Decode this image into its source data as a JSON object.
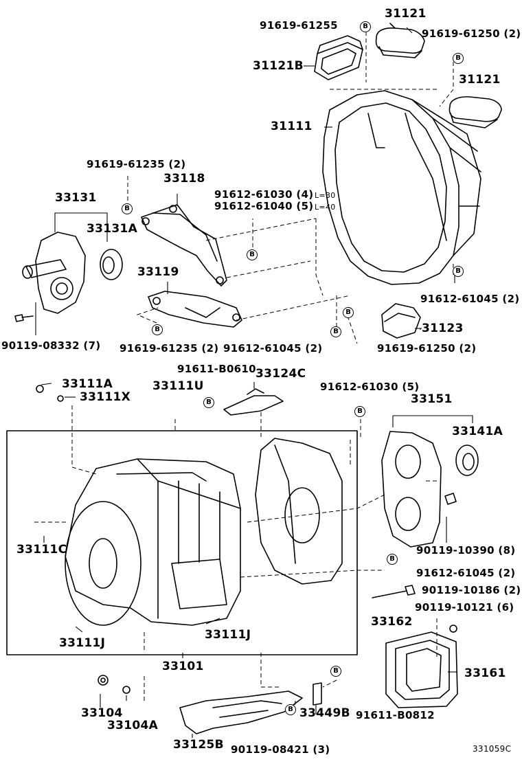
{
  "diagram": {
    "figure_code": "331059C",
    "callout_marker": "B",
    "labels": {
      "l_91619_61255": "91619-61255",
      "l_31121_top": "31121",
      "l_91619_61250_2_top": "91619-61250 (2)",
      "l_31121b": "31121B",
      "l_31121_right": "31121",
      "l_31111": "31111",
      "l_91619_61235_2_left": "91619-61235 (2)",
      "l_33118": "33118",
      "l_91612_61030_4": "91612-61030 (4)",
      "l_l30": "L=30",
      "l_91612_61040_5": "91612-61040 (5)",
      "l_l40": "L=40",
      "l_33131": "33131",
      "l_33131a": "33131A",
      "l_33119": "33119",
      "l_91612_61045_2_right": "91612-61045 (2)",
      "l_31123": "31123",
      "l_90119_08332_7": "90119-08332 (7)",
      "l_91619_61235_2_bottom": "91619-61235 (2)",
      "l_91612_61045_2_mid": "91612-61045 (2)",
      "l_91619_61250_2_bottom": "91619-61250 (2)",
      "l_33111a": "33111A",
      "l_33111x": "33111X",
      "l_33111u": "33111U",
      "l_91611_b0610": "91611-B0610",
      "l_33124c": "33124C",
      "l_91612_61030_5": "91612-61030 (5)",
      "l_33151": "33151",
      "l_33141a": "33141A",
      "l_33111c": "33111C",
      "l_90119_10390_8": "90119-10390 (8)",
      "l_91612_61045_2_low": "91612-61045 (2)",
      "l_90119_10186_2": "90119-10186 (2)",
      "l_90119_10121_6": "90119-10121 (6)",
      "l_33162": "33162",
      "l_33111j_left": "33111J",
      "l_33111j_right": "33111J",
      "l_33161": "33161",
      "l_33101": "33101",
      "l_33104": "33104",
      "l_33104a": "33104A",
      "l_33449b": "33449B",
      "l_91611_b0812": "91611-B0812",
      "l_33125b": "33125B",
      "l_90119_08421_3": "90119-08421 (3)"
    }
  }
}
